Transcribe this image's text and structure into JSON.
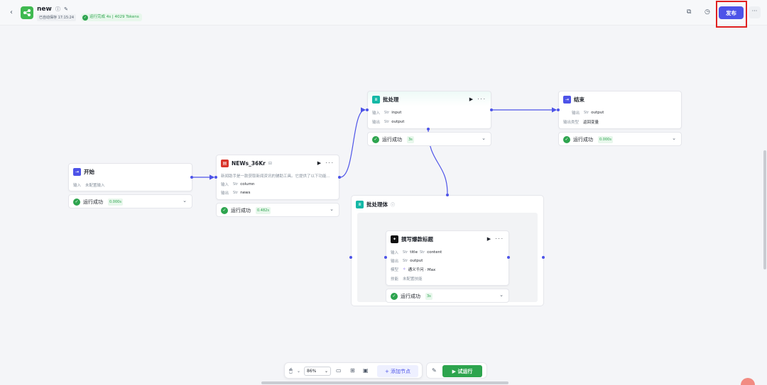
{
  "header": {
    "app_name": "new",
    "autosave": "已自动保存 17:15:24",
    "run_status": "运行完成 4s | 4029 Tokens",
    "publish_label": "发布",
    "more_label": "···"
  },
  "colors": {
    "accent": "#4d53e8",
    "success": "#2da44e",
    "highlight": "#e02020"
  },
  "nodes": {
    "start": {
      "title": "开始",
      "input_label": "输入",
      "input_value": "未配置输入",
      "status": "运行成功",
      "duration": "0.000s"
    },
    "news": {
      "title": "NEWs_36Kr",
      "description": "新闻助手是一款获取新闻资讯的辅助工具。它提供了以下功能...",
      "input_label": "输入",
      "input_type": "Str",
      "input_value": "column",
      "output_label": "输出",
      "output_type": "Str",
      "output_value": "news",
      "status": "运行成功",
      "duration": "0.482s"
    },
    "batch": {
      "title": "批处理",
      "input_label": "输入",
      "input_type": "Str",
      "input_value": "input",
      "output_label": "输出",
      "output_type": "Str",
      "output_value": "output",
      "status": "运行成功",
      "duration": "3s"
    },
    "end": {
      "title": "结束",
      "output_label": "输出",
      "output_type": "Str",
      "output_value": "output",
      "mode_label": "输出类型",
      "mode_value": "返回变量",
      "status": "运行成功",
      "duration": "0.000s"
    },
    "batch_body": {
      "title": "批处理体"
    },
    "headline": {
      "title": "撰写爆款标题",
      "input_label": "输入",
      "input_type": "Str",
      "input_value1": "title",
      "input_value2": "content",
      "output_label": "输出",
      "output_type": "Str",
      "output_value": "output",
      "model_label": "模型",
      "model_value": "通义千问 · Max",
      "skill_label": "技能",
      "skill_value": "未配置技能",
      "status": "运行成功",
      "duration": "3s"
    }
  },
  "toolbar": {
    "zoom": "86%",
    "add_node": "+ 添加节点",
    "trial_run": "▶ 试运行"
  }
}
